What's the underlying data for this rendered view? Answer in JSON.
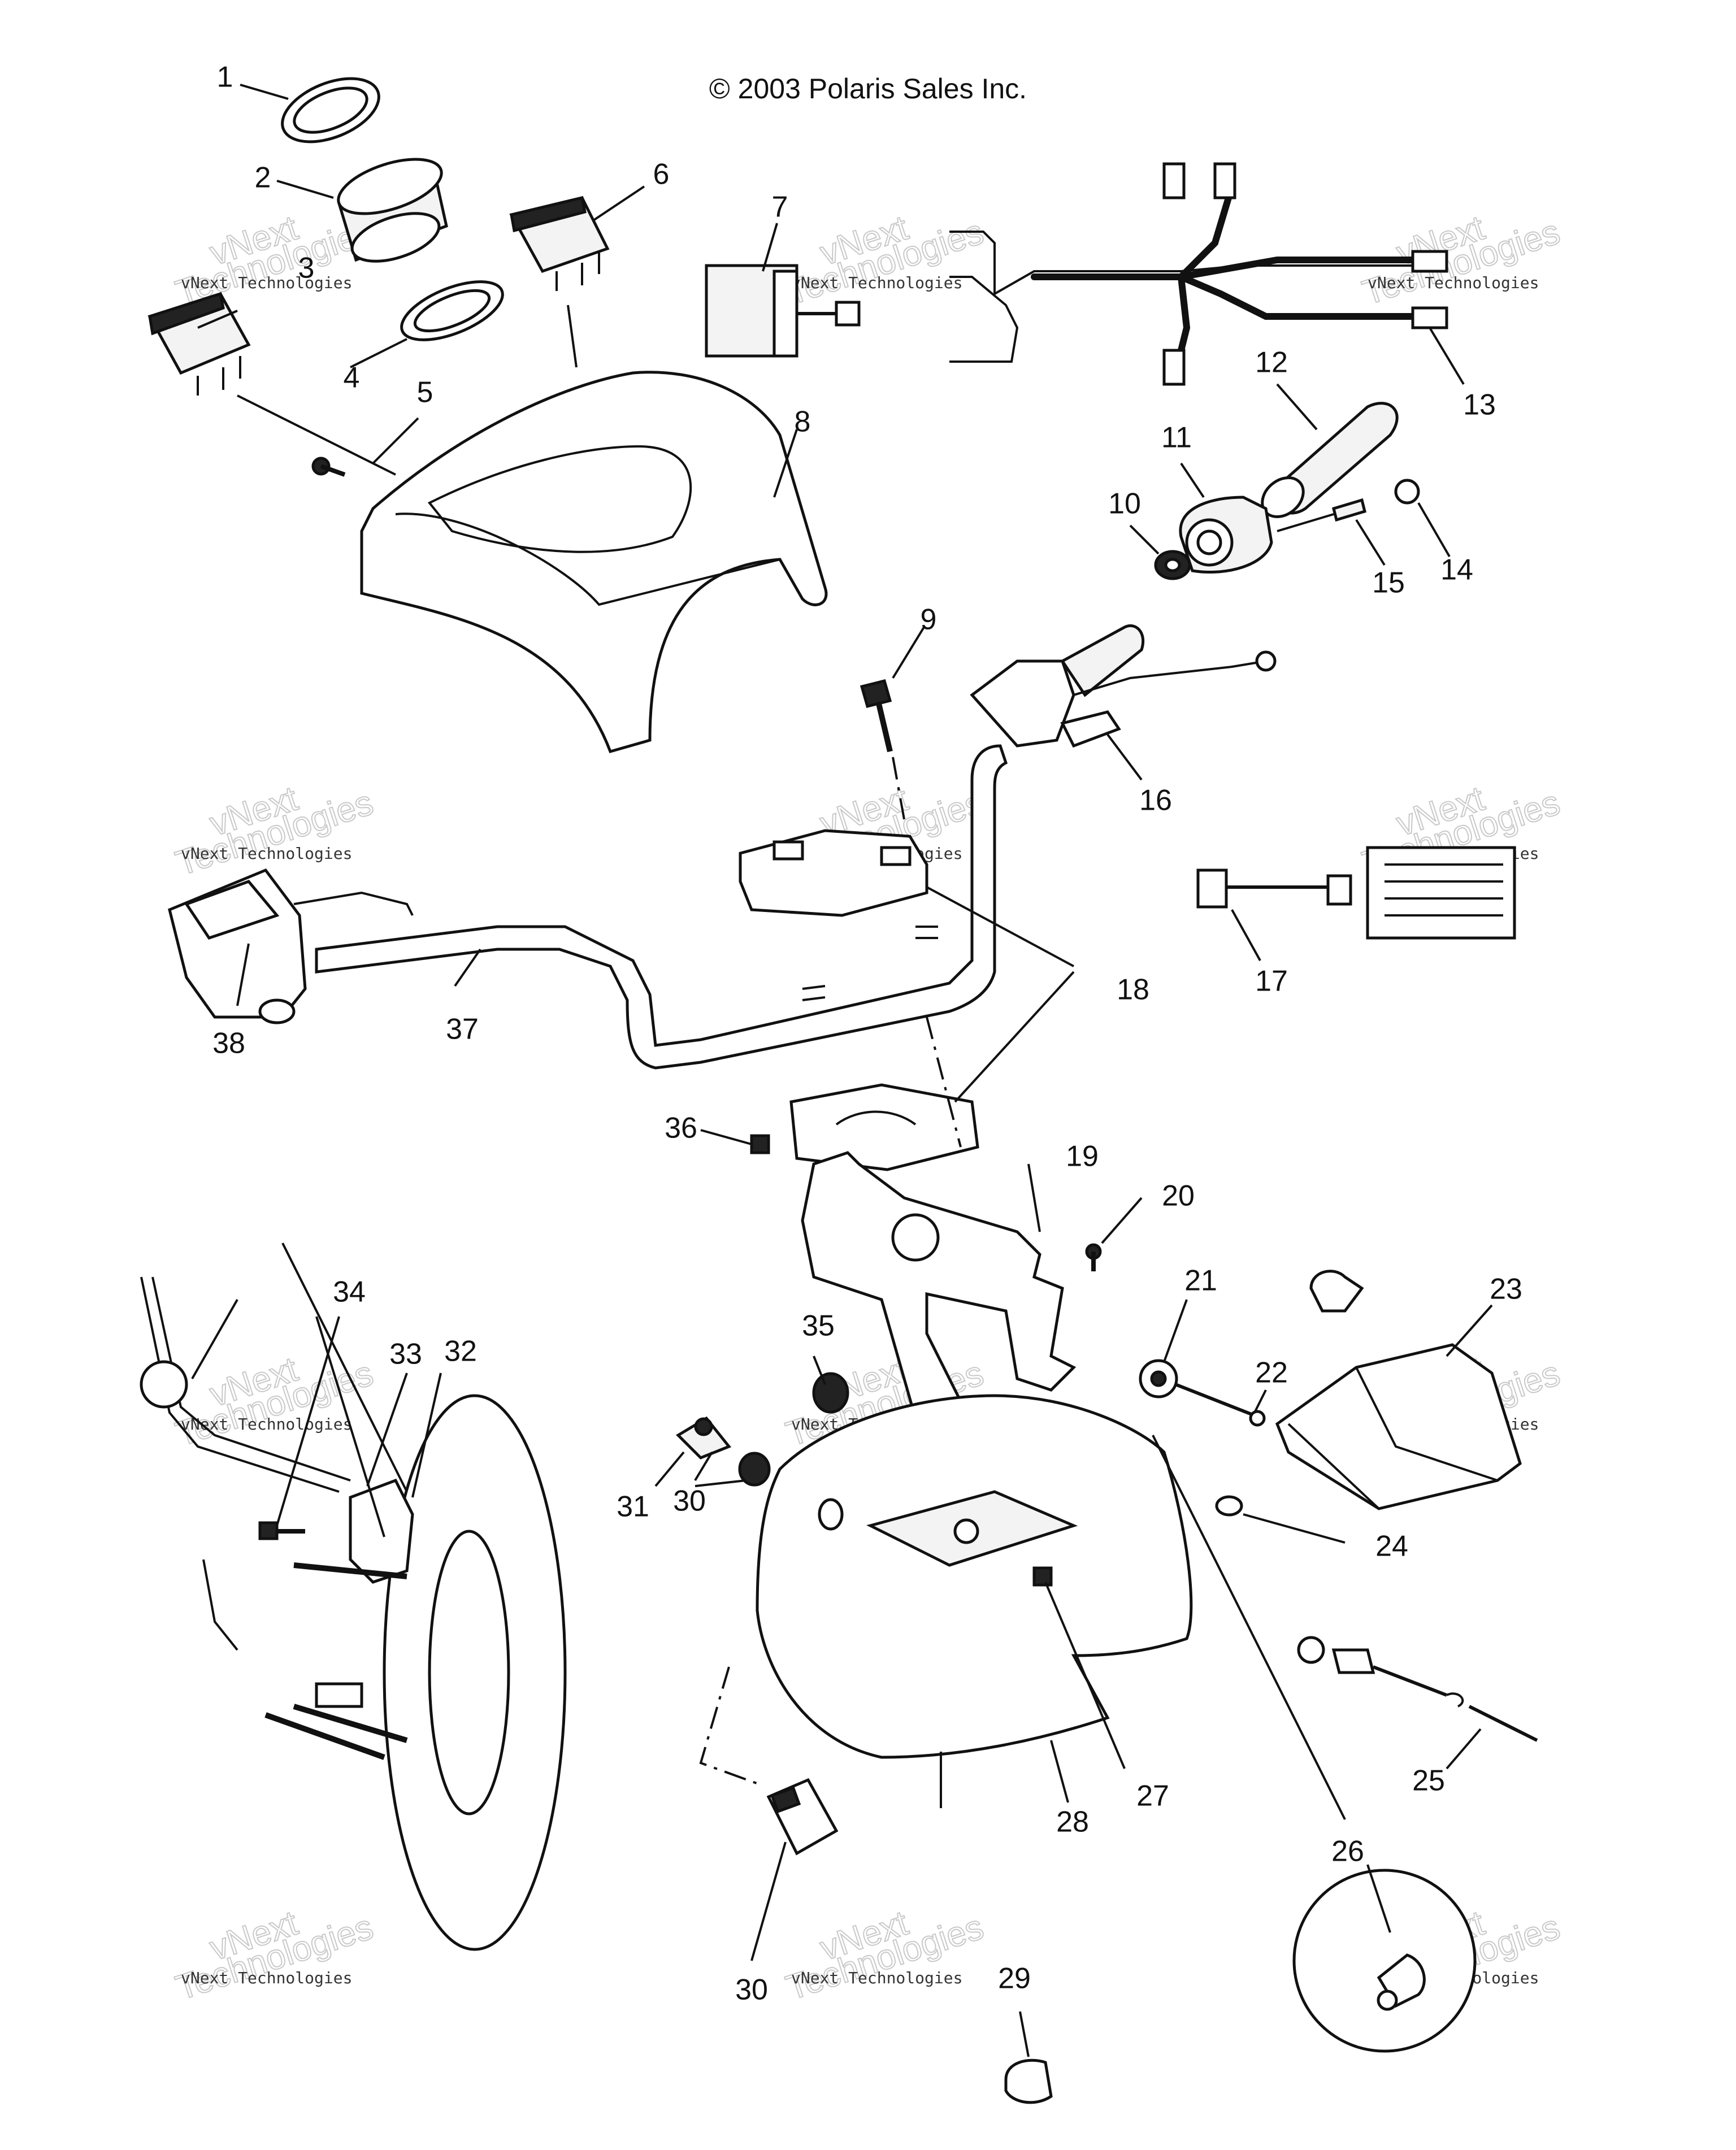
{
  "copyright": "© 2003 Polaris Sales Inc.",
  "watermark": {
    "line1": "vNext Technologies",
    "line2": "vNext",
    "line3": "Technologies"
  },
  "callouts": {
    "c1": "1",
    "c2": "2",
    "c3": "3",
    "c4": "4",
    "c5": "5",
    "c6": "6",
    "c7": "7",
    "c8": "8",
    "c9": "9",
    "c10": "10",
    "c11": "11",
    "c12": "12",
    "c13": "13",
    "c14": "14",
    "c15": "15",
    "c16": "16",
    "c17": "17",
    "c18": "18",
    "c19": "19",
    "c20": "20",
    "c21": "21",
    "c22": "22",
    "c23": "23",
    "c24": "24",
    "c25": "25",
    "c26": "26",
    "c27": "27",
    "c28": "28",
    "c29": "29",
    "c30a": "30",
    "c30b": "30",
    "c31": "31",
    "c32": "32",
    "c33": "33",
    "c34": "34",
    "c35": "35",
    "c36": "36",
    "c37": "37",
    "c38": "38"
  },
  "colors": {
    "line": "#111111",
    "background": "#ffffff",
    "watermark": "#c9c9c9"
  }
}
